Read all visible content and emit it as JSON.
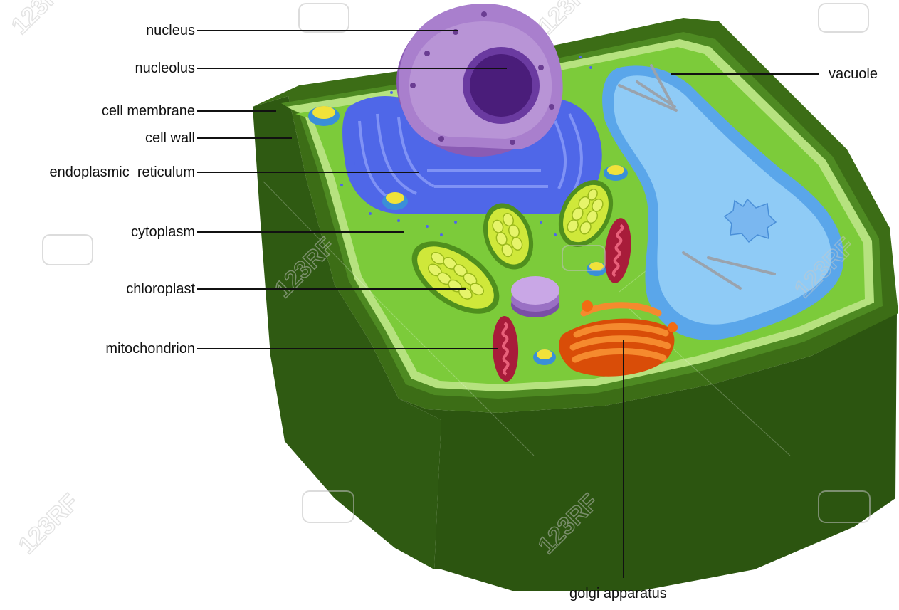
{
  "labels": {
    "nucleus": "nucleus",
    "nucleolus": "nucleolus",
    "cell_membrane": "cell membrane",
    "cell_wall": "cell wall",
    "endoplasmic_reticulum": "endoplasmic  reticulum",
    "cytoplasm": "cytoplasm",
    "chloroplast": "chloroplast",
    "mitochondrion": "mitochondrion",
    "vacuole": "vacuole",
    "golgi_apparatus": "golgi apparatus"
  },
  "watermark": {
    "text": "123RF"
  },
  "colors": {
    "cell_wall_dark": "#2f5a12",
    "cell_wall_mid": "#3c6d16",
    "cytoplasm": "#7ccb3a",
    "membrane": "#b6e27f",
    "nucleus": "#9b6bc0",
    "nucleolus": "#4a1d7a",
    "er": "#4f67e8",
    "vacuole": "#6db8f2",
    "chloroplast": "#cfe83a",
    "mitochondrion": "#a81c3a",
    "golgi": "#f26b12"
  }
}
